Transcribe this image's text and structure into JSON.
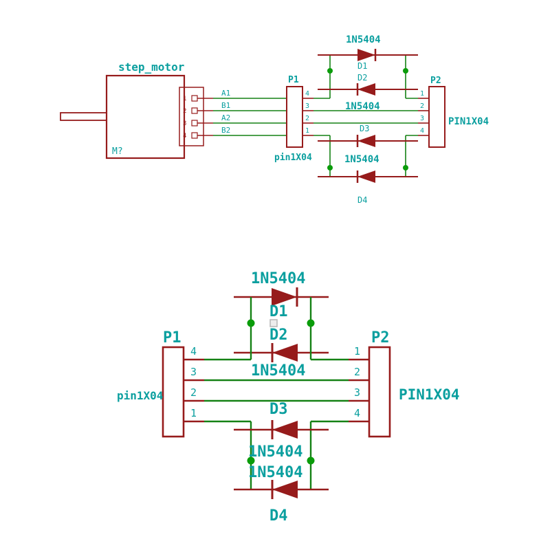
{
  "colors": {
    "background": "#ffffff",
    "component": "#961b1b",
    "wire": "#148114",
    "junction": "#0a9c0a",
    "label": "#0b9f9f",
    "square": "#b5b5b5"
  },
  "top_sheet": {
    "motor": {
      "title": "step_motor",
      "designator": "M?",
      "pin_numbers": [
        "1",
        "2",
        "3",
        "4"
      ],
      "net_labels": [
        "A1",
        "B1",
        "A2",
        "B2"
      ]
    },
    "p1": {
      "designator": "P1",
      "value": "pin1X04",
      "pin_numbers": [
        "4",
        "3",
        "2",
        "1"
      ]
    },
    "p2": {
      "designator": "P2",
      "value": "PIN1X04",
      "pin_numbers": [
        "1",
        "2",
        "3",
        "4"
      ]
    },
    "diodes": {
      "d1_value": "1N5404",
      "d1_name": "D1",
      "d2_name": "D2",
      "d2_value": "1N5404",
      "d3_name": "D3",
      "d3_value": "1N5404",
      "d4_name": "D4"
    }
  },
  "bottom_sheet": {
    "p1": {
      "designator": "P1",
      "value": "pin1X04",
      "pin_numbers": [
        "4",
        "3",
        "2",
        "1"
      ]
    },
    "p2": {
      "designator": "P2",
      "value": "PIN1X04",
      "pin_numbers": [
        "1",
        "2",
        "3",
        "4"
      ]
    },
    "diodes": {
      "d1_value": "1N5404",
      "d1_name": "D1",
      "d2_name": "D2",
      "d2_value": "1N5404",
      "d3_name": "D3",
      "d3_value": "1N5404",
      "d4_value": "1N5404",
      "d4_name": "D4"
    }
  }
}
